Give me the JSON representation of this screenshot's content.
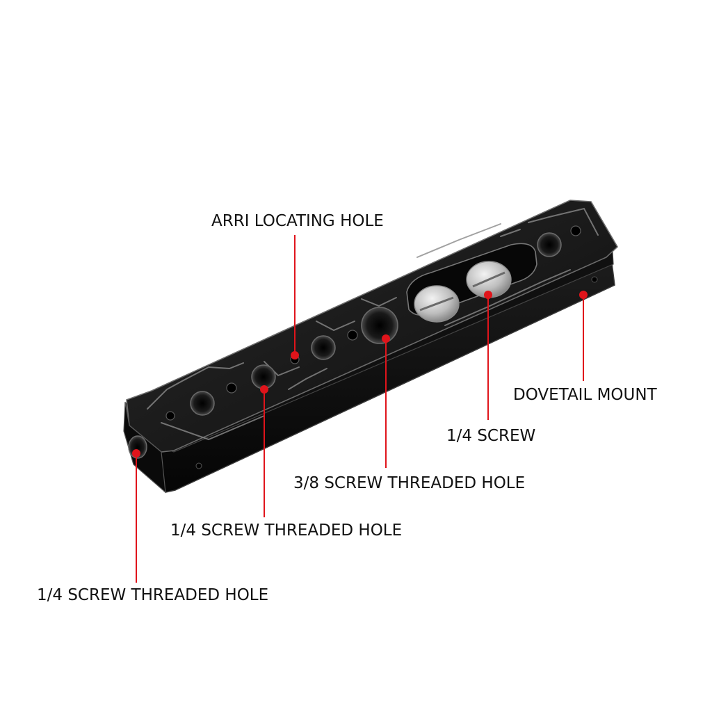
{
  "colors": {
    "background": "#ffffff",
    "leader_line": "#e0141b",
    "marker_dot": "#e0141b",
    "label_text": "#111111",
    "rail_dark": "#141414",
    "rail_edge": "#5a5a5a",
    "screw_silver": "#cfcfcf"
  },
  "product": {
    "kind": "cheese plate rail with dovetail mount",
    "icon": "camera-rail-plate"
  },
  "callouts": [
    {
      "id": "arri-locating-hole",
      "label": "ARRI LOCATING HOLE"
    },
    {
      "id": "dovetail-mount",
      "label": "DOVETAIL MOUNT"
    },
    {
      "id": "quarter-screw",
      "label": "1/4 SCREW"
    },
    {
      "id": "three-eighths-threaded-hole",
      "label": "3/8 SCREW THREADED HOLE"
    },
    {
      "id": "quarter-threaded-hole-top",
      "label": "1/4 SCREW THREADED HOLE"
    },
    {
      "id": "quarter-threaded-hole-end",
      "label": "1/4 SCREW THREADED HOLE"
    }
  ]
}
